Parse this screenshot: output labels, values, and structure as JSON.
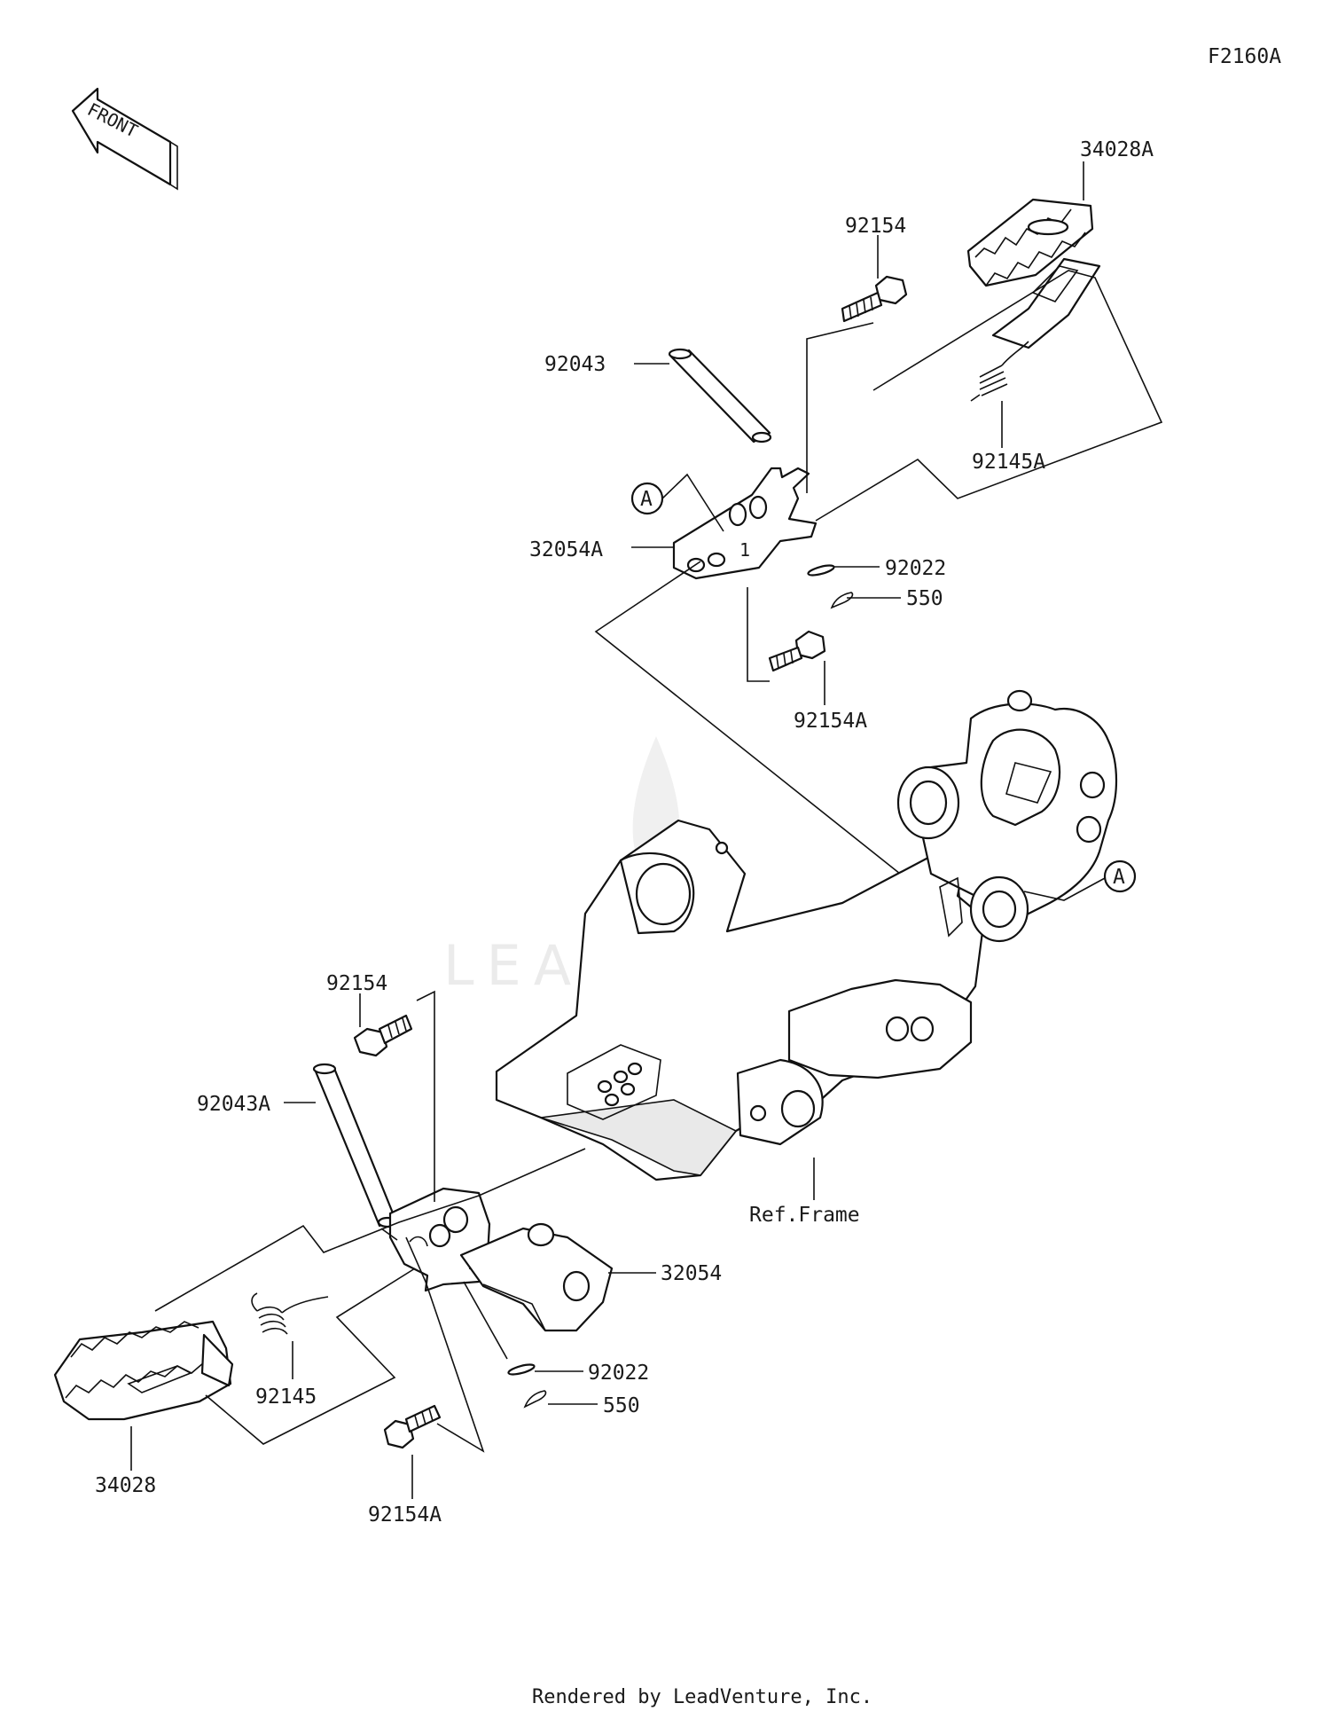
{
  "diagram_id": "F2160A",
  "front_label": "FRONT",
  "callout_marker": "A",
  "ref_frame_label": "Ref.Frame",
  "footer": "Rendered by LeadVenture, Inc.",
  "watermark": "LEADVENTURE",
  "parts": {
    "p34028A": "34028A",
    "p92154_top": "92154",
    "p92043": "92043",
    "p92145A": "92145A",
    "p32054A": "32054A",
    "p92022_top": "92022",
    "p550_top": "550",
    "p92154A_top": "92154A",
    "p92154_bottom": "92154",
    "p92043A": "92043A",
    "p32054": "32054",
    "p92022_bottom": "92022",
    "p550_bottom": "550",
    "p92145": "92145",
    "p34028": "34028",
    "p92154A_bottom": "92154A"
  }
}
